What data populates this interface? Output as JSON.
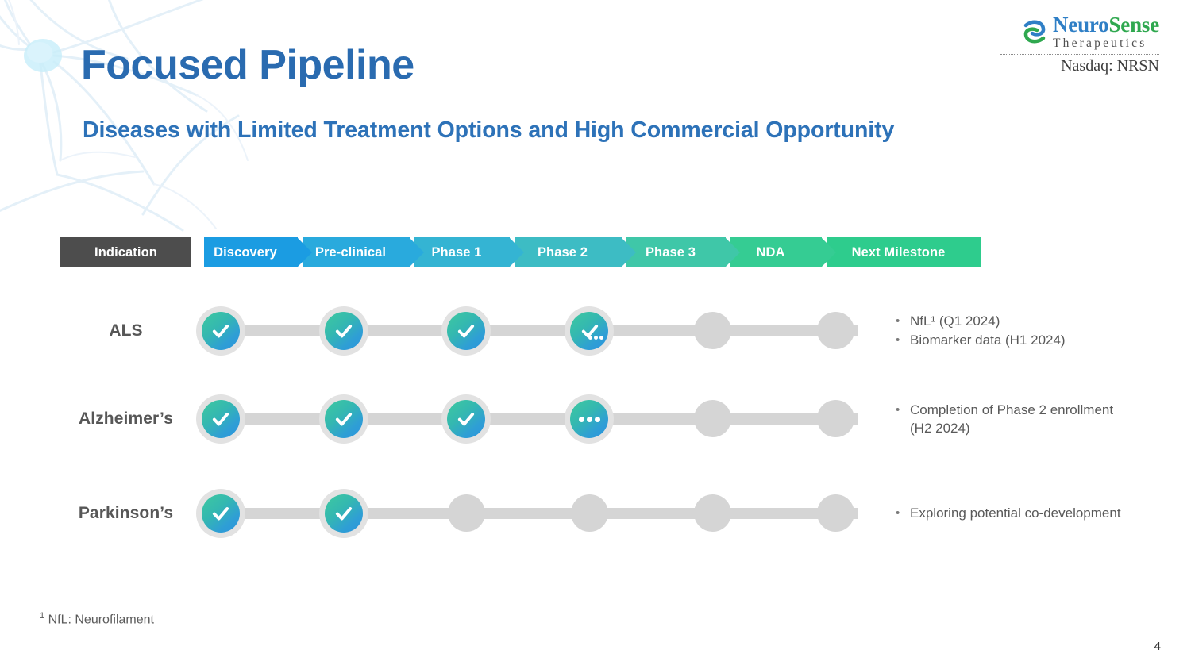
{
  "slide": {
    "title": "Focused Pipeline",
    "subtitle": "Diseases with Limited Treatment Options and High Commercial Opportunity",
    "footnote_marker": "1",
    "footnote_text": " NfL: Neurofilament",
    "page_number": "4"
  },
  "logo": {
    "name_part1": "Neuro",
    "name_part2": "Sense",
    "tagline": "Therapeutics",
    "ticker": "Nasdaq: NRSN",
    "colors": {
      "neuro_blue": "#2f7fc6",
      "sense_green": "#2fa84f",
      "tagline_gray": "#4f4f4f"
    }
  },
  "table": {
    "indication_header": "Indication",
    "indication_header_color": "#4d4d4d",
    "phases": [
      {
        "label": "Discovery",
        "color": "#1b9ce2"
      },
      {
        "label": "Pre-clinical",
        "color": "#29aadd"
      },
      {
        "label": "Phase 1",
        "color": "#34b4d3"
      },
      {
        "label": "Phase 2",
        "color": "#3dbcc4"
      },
      {
        "label": "Phase 3",
        "color": "#3fc7a8"
      },
      {
        "label": "NDA",
        "color": "#35cc93"
      },
      {
        "label": "Next Milestone",
        "color": "#2ecc8d"
      }
    ]
  },
  "rows": [
    {
      "indication": "ALS",
      "stages": [
        "done",
        "done",
        "done",
        "check-dots",
        "empty",
        "empty"
      ],
      "milestones": [
        {
          "bullet": "•",
          "text": "NfL¹ (Q1 2024)"
        },
        {
          "bullet": "•",
          "text": "Biomarker data (H1 2024)"
        }
      ]
    },
    {
      "indication": "Alzheimer’s",
      "stages": [
        "done",
        "done",
        "done",
        "dots",
        "empty",
        "empty"
      ],
      "milestones": [
        {
          "bullet": "•",
          "text": "Completion of Phase 2 enrollment (H2 2024)"
        }
      ]
    },
    {
      "indication": "Parkinson’s",
      "stages": [
        "done",
        "done",
        "empty",
        "empty",
        "empty",
        "empty"
      ],
      "milestones": [
        {
          "bullet": "•",
          "text": "Exploring potential co-development"
        }
      ]
    }
  ],
  "theme": {
    "title_blue": "#2a6bb0",
    "subtitle_blue": "#2d72b8",
    "track_gray": "#d5d5d5",
    "node_ring": "#e2e2e2",
    "node_gradient_from": "#3ec9a0",
    "node_gradient_to": "#2a93df",
    "label_gray": "#575757",
    "milestone_gray": "#595959"
  }
}
